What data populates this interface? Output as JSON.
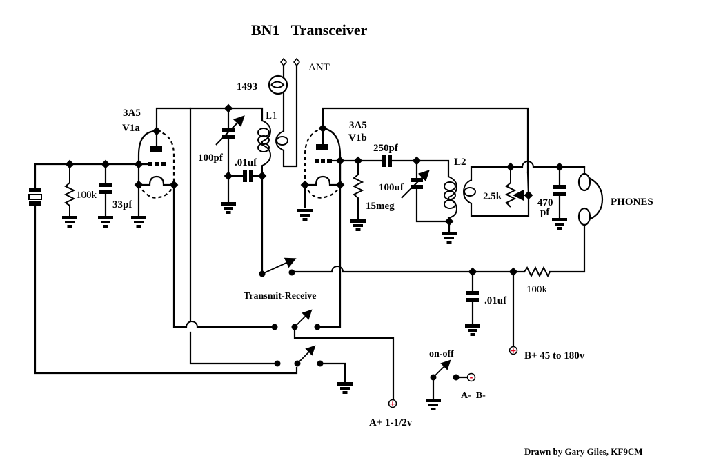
{
  "title": "BN1   Transceiver",
  "credit": "Drawn by Gary Giles, KF9CM",
  "colors": {
    "wire": "#000000",
    "terminal_plus": "#e0001b",
    "background": "#ffffff"
  },
  "tubes": [
    {
      "id": "V1a",
      "type": "3A5",
      "type_label": "3A5",
      "ref_label": "V1a"
    },
    {
      "id": "V1b",
      "type": "3A5",
      "type_label": "3A5",
      "ref_label": "V1b"
    }
  ],
  "components": {
    "crystal": {
      "label": ""
    },
    "r_grid_v1a": {
      "label": "100k"
    },
    "c_grid_v1a": {
      "label": "33pf"
    },
    "c_tune_l1": {
      "label": "100pf"
    },
    "c_bypass_l1": {
      "label": ".01uf"
    },
    "l1": {
      "label": "L1"
    },
    "lamp": {
      "label": "1493"
    },
    "antenna": {
      "label": "ANT"
    },
    "c_coupling": {
      "label": "250pf"
    },
    "r_grid_v1b": {
      "label": "15meg"
    },
    "c_tune_l2": {
      "label": "100uf"
    },
    "l2": {
      "label": "L2"
    },
    "pot": {
      "label": "2.5k"
    },
    "c_phones_470": {
      "label_line1": "470",
      "label_line2": "pf"
    },
    "phones": {
      "label": "PHONES"
    },
    "c_bplus_bypass": {
      "label": ".01uf"
    },
    "r_bplus": {
      "label": "100k"
    },
    "switch_tr": {
      "label": "Transmit-Receive"
    },
    "switch_onoff": {
      "label": "on-off"
    }
  },
  "terminals": {
    "b_plus": {
      "label": "B+ 45 to 180v",
      "polarity": "+"
    },
    "a_plus": {
      "label": "A+ 1-1/2v",
      "polarity": "+"
    },
    "a_b_minus": {
      "label": "A-  B-",
      "polarity": "-"
    }
  },
  "terminal_symbols": {
    "plus": "+",
    "minus": "-"
  }
}
